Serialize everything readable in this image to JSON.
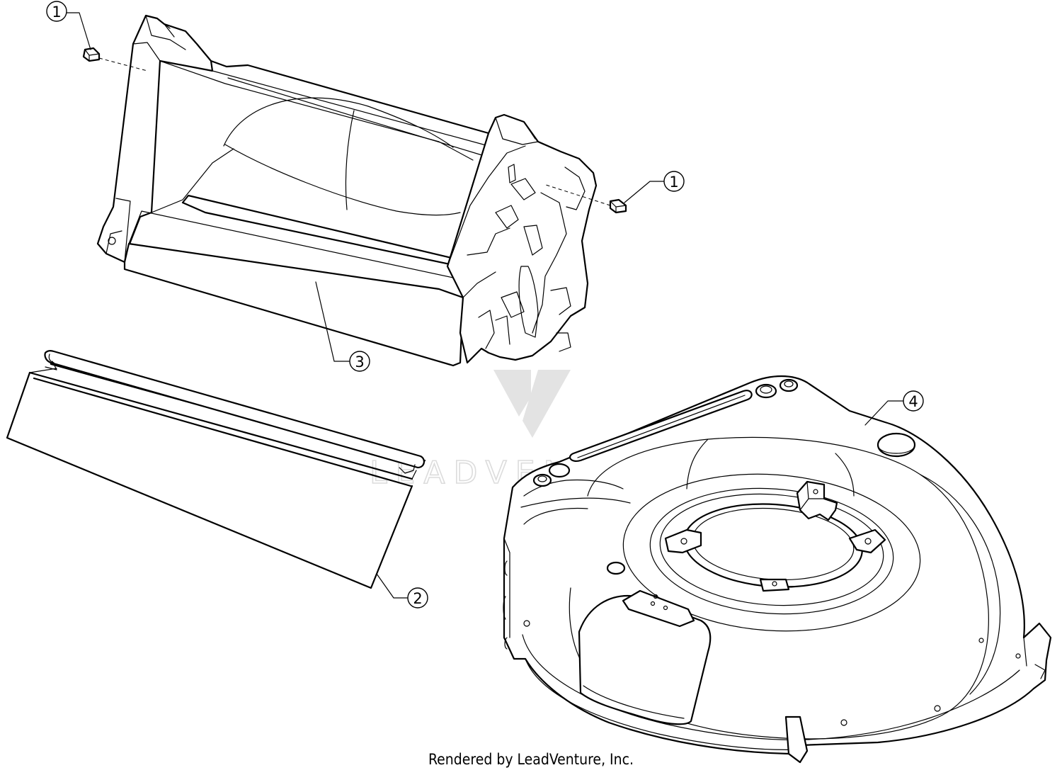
{
  "callouts": [
    {
      "id": "fastener-left",
      "label": "1"
    },
    {
      "id": "fastener-right",
      "label": "1"
    },
    {
      "id": "flap",
      "label": "2"
    },
    {
      "id": "chute",
      "label": "3"
    },
    {
      "id": "deck",
      "label": "4"
    }
  ],
  "watermark": {
    "text": "LEADVENTURE"
  },
  "credit": "Rendered by LeadVenture, Inc."
}
